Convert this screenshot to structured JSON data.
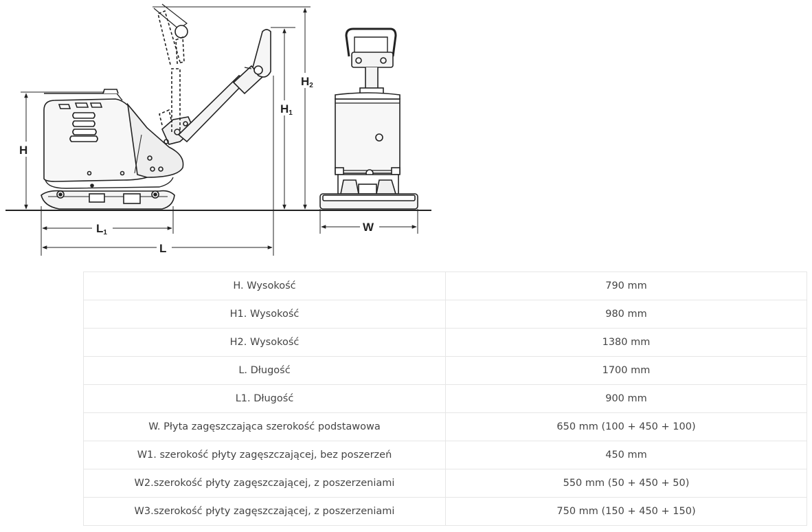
{
  "labels": {
    "h": "H",
    "h1": "H",
    "h1_sub": "1",
    "h2": "H",
    "h2_sub": "2",
    "l": "L",
    "l1": "L",
    "l1_sub": "1",
    "w": "W"
  },
  "specs": {
    "rows": [
      {
        "name": "H. Wysokość",
        "value": "790 mm"
      },
      {
        "name": "H1. Wysokość",
        "value": "980 mm"
      },
      {
        "name": "H2. Wysokość",
        "value": "1380 mm"
      },
      {
        "name": "L. Długość",
        "value": "1700 mm"
      },
      {
        "name": "L1. Długość",
        "value": "900 mm"
      },
      {
        "name": "W. Płyta zagęszczająca szerokość podstawowa",
        "value": "650 mm (100 + 450 + 100)"
      },
      {
        "name": "W1. szerokość płyty zagęszczającej, bez poszerzeń",
        "value": "450 mm"
      },
      {
        "name": "W2.szerokość płyty zagęszczającej, z poszerzeniami",
        "value": "550 mm (50 + 450 + 50)"
      },
      {
        "name": "W3.szerokość płyty zagęszczającej, z poszerzeniami",
        "value": "750 mm (150 + 450 + 150)"
      }
    ]
  }
}
